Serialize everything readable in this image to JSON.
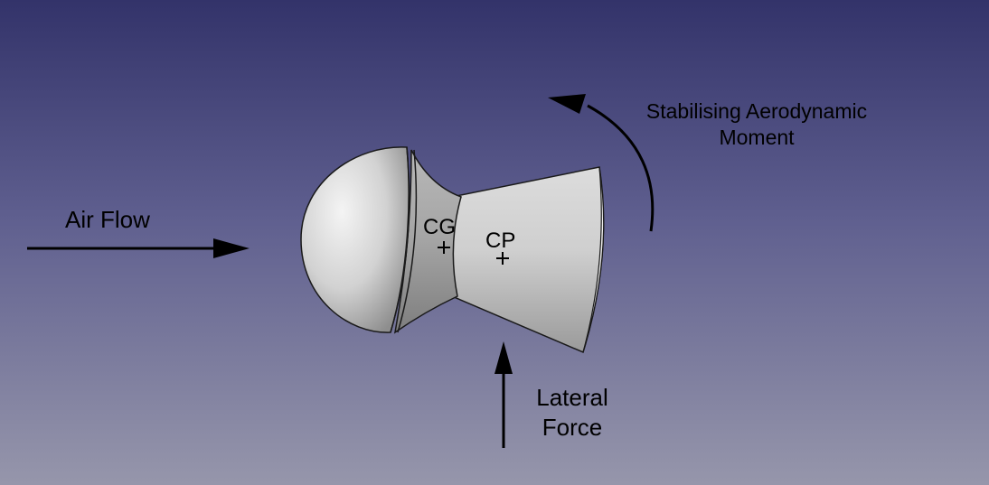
{
  "labels": {
    "air_flow": "Air Flow",
    "cg": "CG",
    "cp": "CP",
    "moment_line1": "Stabilising Aerodynamic",
    "moment_line2": "Moment",
    "lateral_line1": "Lateral",
    "lateral_line2": "Force"
  },
  "colors": {
    "background_top": "#33336a",
    "background_bottom": "#9696ab",
    "arrow": "#000000",
    "body_fill": "#d8d8d8",
    "outline": "#1a1a1a"
  }
}
